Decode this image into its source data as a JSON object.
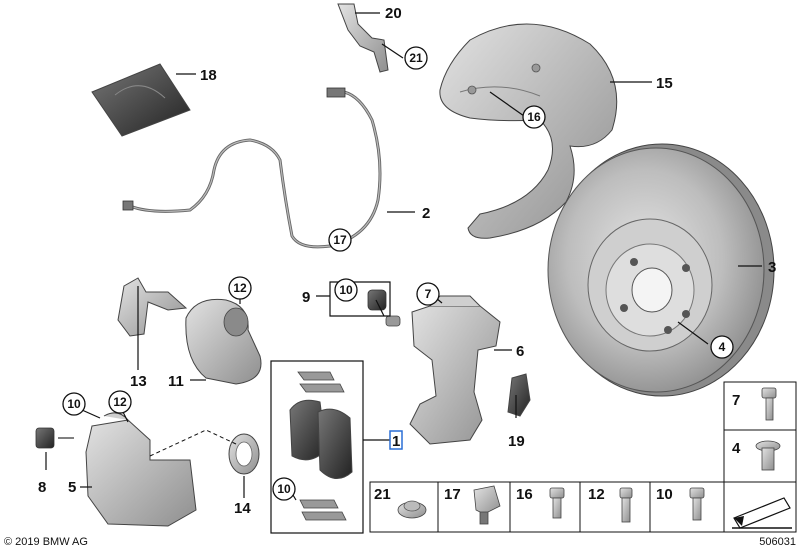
{
  "callouts": {
    "c1": "1",
    "c2": "2",
    "c3": "3",
    "c4": "4",
    "c5": "5",
    "c6": "6",
    "c7": "7",
    "c8": "8",
    "c9": "9",
    "c10a": "10",
    "c10b": "10",
    "c10c": "10",
    "c11": "11",
    "c12a": "12",
    "c12b": "12",
    "c13": "13",
    "c14": "14",
    "c15": "15",
    "c16": "16",
    "c17": "17",
    "c18": "18",
    "c19": "19",
    "c20": "20",
    "c21": "21"
  },
  "parts_table": {
    "right_column": [
      "7",
      "4"
    ],
    "bottom_row": [
      "21",
      "17",
      "16",
      "12",
      "10"
    ]
  },
  "footer": {
    "copyright": "© 2019 BMW AG",
    "diagram_number": "506031"
  },
  "colors": {
    "part_fill": "#9a9a9a",
    "part_light": "#cfcfcf",
    "part_dark": "#3a3a3a",
    "highlight_box": "#2a6fd6"
  }
}
